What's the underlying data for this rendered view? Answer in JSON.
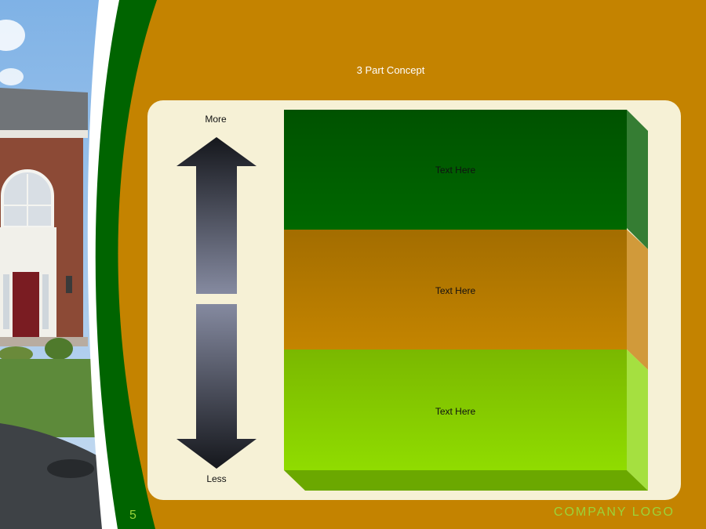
{
  "slide": {
    "title": "3 Part Concept",
    "page_number": "5",
    "logo_text": "COMPANY LOGO"
  },
  "arrow": {
    "top_label": "More",
    "bottom_label": "Less"
  },
  "blocks": [
    {
      "label": "Text Here",
      "color": "#005800"
    },
    {
      "label": "Text Here",
      "color": "#ad7400"
    },
    {
      "label": "Text Here",
      "color": "#86d000"
    }
  ],
  "colors": {
    "background": "#c48300",
    "panel": "#f6f1d6",
    "accent_green": "#006400",
    "logo": "#9bd43a"
  }
}
